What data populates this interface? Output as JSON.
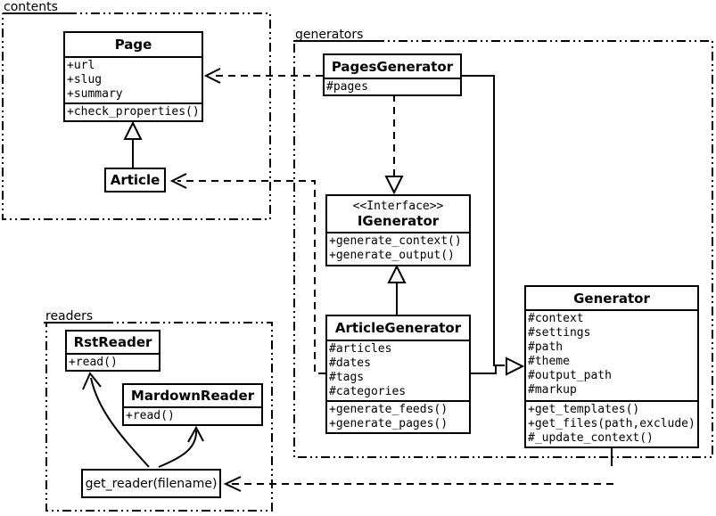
{
  "diagram": {
    "kind": "uml-class-diagram"
  },
  "colors": {
    "line": "#000000",
    "background": "#ffffff",
    "box_fill": "#ffffff"
  },
  "packages": {
    "contents": {
      "label": "contents"
    },
    "generators": {
      "label": "generators"
    },
    "readers": {
      "label": "readers"
    }
  },
  "classes": {
    "page": {
      "name": "Page",
      "attributes": [
        "+url",
        "+slug",
        "+summary"
      ],
      "methods": [
        "+check_properties()"
      ]
    },
    "article": {
      "name": "Article"
    },
    "pages_generator": {
      "name": "PagesGenerator",
      "attributes": [
        "#pages"
      ]
    },
    "igenerator": {
      "stereotype": "<<Interface>>",
      "name": "IGenerator",
      "methods": [
        "+generate_context()",
        "+generate_output()"
      ]
    },
    "article_generator": {
      "name": "ArticleGenerator",
      "attributes": [
        "#articles",
        "#dates",
        "#tags",
        "#categories"
      ],
      "methods": [
        "+generate_feeds()",
        "+generate_pages()"
      ]
    },
    "generator": {
      "name": "Generator",
      "attributes": [
        "#context",
        "#settings",
        "#path",
        "#theme",
        "#output_path",
        "#markup"
      ],
      "methods": [
        "+get_templates()",
        "+get_files(path,exclude)",
        "#_update_context()"
      ]
    },
    "rst_reader": {
      "name": "RstReader",
      "methods": [
        "+read()"
      ]
    },
    "markdown_reader": {
      "name": "MardownReader",
      "methods": [
        "+read()"
      ]
    },
    "get_reader": {
      "label": "get_reader(filename)"
    }
  },
  "relations": [
    {
      "from": "Article",
      "to": "Page",
      "type": "inheritance"
    },
    {
      "from": "PagesGenerator",
      "to": "Page",
      "type": "dependency"
    },
    {
      "from": "PagesGenerator",
      "to": "IGenerator",
      "type": "realization"
    },
    {
      "from": "ArticleGenerator",
      "to": "IGenerator",
      "type": "inheritance"
    },
    {
      "from": "ArticleGenerator",
      "to": "Article",
      "type": "dependency"
    },
    {
      "from": "PagesGenerator",
      "to": "Generator",
      "type": "inheritance"
    },
    {
      "from": "ArticleGenerator",
      "to": "Generator",
      "type": "inheritance"
    },
    {
      "from": "Generator",
      "to": "get_reader(filename)",
      "type": "dependency"
    },
    {
      "from": "get_reader(filename)",
      "to": "RstReader",
      "type": "arrow"
    },
    {
      "from": "get_reader(filename)",
      "to": "MardownReader",
      "type": "arrow"
    }
  ]
}
